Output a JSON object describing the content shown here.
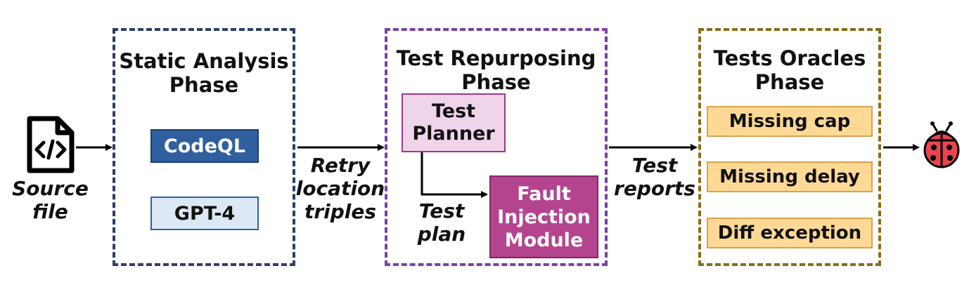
{
  "source": {
    "icon": "code-file-icon",
    "label": "Source\nfile"
  },
  "static_phase": {
    "title": "Static Analysis\nPhase",
    "tools": [
      "CodeQL",
      "GPT-4"
    ],
    "border_color": "#2b3f6b"
  },
  "retry_label": "Retry\nlocation\ntriples",
  "repurposing_phase": {
    "title": "Test Repurposing\nPhase",
    "planner": "Test\nPlanner",
    "plan_label": "Test\nplan",
    "injection": "Fault\nInjection\nModule",
    "border_color": "#7a3fa8"
  },
  "reports_label": "Test\nreports",
  "oracles_phase": {
    "title": "Tests Oracles\nPhase",
    "oracles": [
      "Missing cap",
      "Missing delay",
      "Diff exception"
    ],
    "border_color": "#8a6d1a"
  },
  "bug": {
    "icon": "ladybug-icon"
  },
  "colors": {
    "codeql_fill": "#2f5f9e",
    "gpt4_fill": "#dde8f5",
    "planner_fill": "#f0d4ea",
    "injection_fill": "#b5448f",
    "oracle_fill": "#fdd995",
    "oracle_border": "#d9a34a"
  }
}
